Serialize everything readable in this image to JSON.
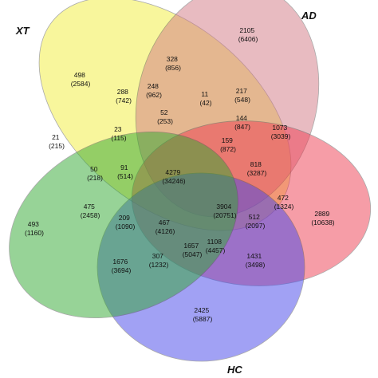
{
  "colors": {
    "xt": "#f3ee3c",
    "ad": "#d27a85",
    "hc": "#4546ea",
    "green": "#32a832",
    "red": "#ee3d52",
    "outline": "#555555"
  },
  "set_labels": {
    "xt": "XT",
    "ad": "AD",
    "hc": "HC"
  },
  "regions": [
    {
      "id": "r1",
      "a": "498",
      "b": "(2584)"
    },
    {
      "id": "r2",
      "a": "2105",
      "b": "(6406)"
    },
    {
      "id": "r3",
      "a": "328",
      "b": "(856)"
    },
    {
      "id": "r4",
      "a": "288",
      "b": "(742)"
    },
    {
      "id": "r5",
      "a": "248",
      "b": "(962)"
    },
    {
      "id": "r6",
      "a": "11",
      "b": "(42)"
    },
    {
      "id": "r7",
      "a": "217",
      "b": "(548)"
    },
    {
      "id": "r8",
      "a": "52",
      "b": "(253)"
    },
    {
      "id": "r9",
      "a": "144",
      "b": "(847)"
    },
    {
      "id": "r10",
      "a": "1073",
      "b": "(3039)"
    },
    {
      "id": "r11",
      "a": "21",
      "b": "(215)"
    },
    {
      "id": "r12",
      "a": "23",
      "b": "(115)"
    },
    {
      "id": "r13",
      "a": "159",
      "b": "(872)"
    },
    {
      "id": "r14",
      "a": "818",
      "b": "(3287)"
    },
    {
      "id": "r15",
      "a": "50",
      "b": "(218)"
    },
    {
      "id": "r16",
      "a": "91",
      "b": "(514)"
    },
    {
      "id": "r17",
      "a": "4279",
      "b": "(34246)"
    },
    {
      "id": "r18",
      "a": "2889",
      "b": "(10638)"
    },
    {
      "id": "r19",
      "a": "475",
      "b": "(2458)"
    },
    {
      "id": "r20",
      "a": "3904",
      "b": "(20751)"
    },
    {
      "id": "r21",
      "a": "472",
      "b": "(1324)"
    },
    {
      "id": "r22",
      "a": "209",
      "b": "(1090)"
    },
    {
      "id": "r23",
      "a": "467",
      "b": "(4126)"
    },
    {
      "id": "r24",
      "a": "512",
      "b": "(2097)"
    },
    {
      "id": "r25",
      "a": "493",
      "b": "(1160)"
    },
    {
      "id": "r26",
      "a": "1108",
      "b": "(4457)"
    },
    {
      "id": "r27",
      "a": "1676",
      "b": "(3694)"
    },
    {
      "id": "r28",
      "a": "307",
      "b": "(1232)"
    },
    {
      "id": "r29",
      "a": "1657",
      "b": "(5047)"
    },
    {
      "id": "r30",
      "a": "1431",
      "b": "(3498)"
    },
    {
      "id": "r31",
      "a": "2425",
      "b": "(5887)"
    }
  ]
}
